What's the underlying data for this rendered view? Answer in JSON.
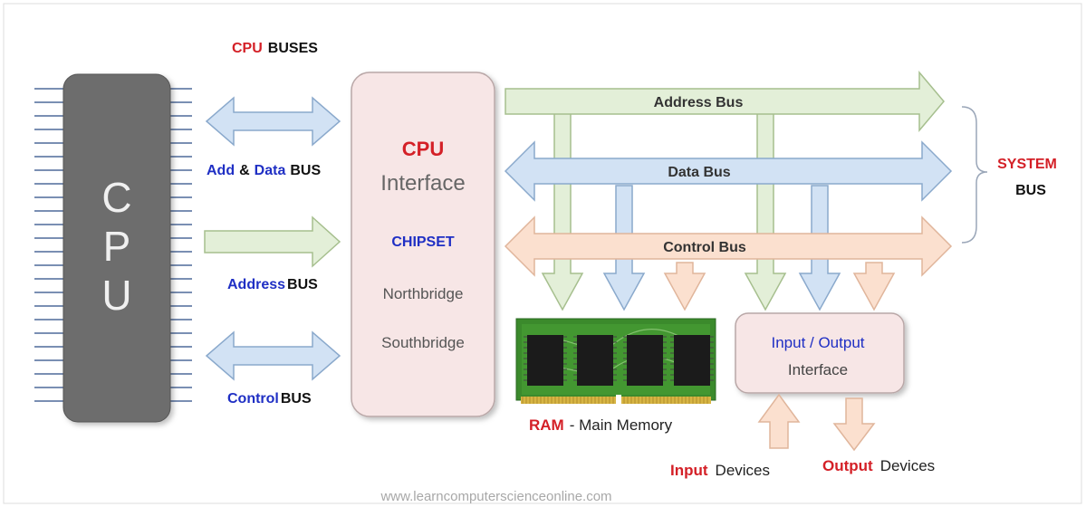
{
  "title": {
    "part1": "CPU",
    "part2": "BUSES"
  },
  "cpu_chip": {
    "letters": [
      "C",
      "P",
      "U"
    ]
  },
  "left_buses": {
    "add_data": {
      "part1": "Add",
      "amp": "&",
      "part2": "Data",
      "part3": "BUS"
    },
    "address": {
      "part1": "Address",
      "part2": "BUS"
    },
    "control": {
      "part1": "Control",
      "part2": "BUS"
    }
  },
  "interface_box": {
    "cpu": "CPU",
    "interface": "Interface",
    "chipset": "CHIPSET",
    "northbridge": "Northbridge",
    "southbridge": "Southbridge"
  },
  "system_buses": {
    "address": "Address Bus",
    "data": "Data Bus",
    "control": "Control Bus"
  },
  "system_label": {
    "line1": "SYSTEM",
    "line2": "BUS"
  },
  "ram": {
    "name": "RAM",
    "rest": "- Main Memory"
  },
  "io_box": {
    "line1": "Input / Output",
    "line2": "Interface"
  },
  "devices": {
    "input": {
      "part1": "Input",
      "part2": "Devices"
    },
    "output": {
      "part1": "Output",
      "part2": "Devices"
    }
  },
  "watermark": "www.learncomputerscienceonline.com",
  "colors": {
    "red": "#d42027",
    "blue": "#1f2fc4",
    "green_fill": "#e3efd8",
    "green_stroke": "#a6bf8e",
    "blue_fill": "#d2e2f4",
    "blue_stroke": "#8aa9cc",
    "peach_fill": "#fbe0cf",
    "peach_stroke": "#e0b59b",
    "box_fill": "#f7e6e6",
    "chip_fill": "#6d6d6d"
  }
}
